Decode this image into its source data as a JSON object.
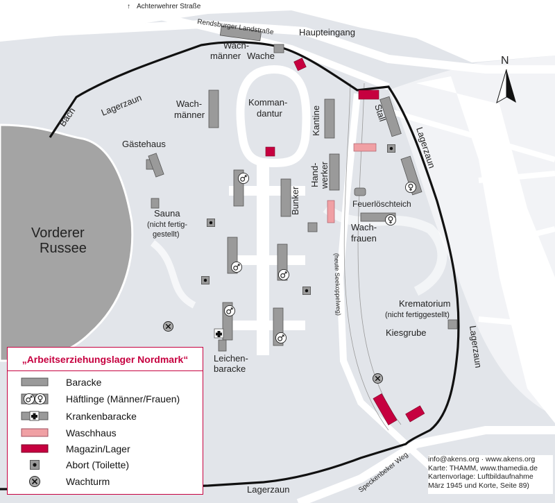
{
  "map": {
    "labels": {
      "achterwehrer_strasse": "Achterwehrer Straße",
      "rendsburger_landstrasse": "Rendsburger Landstraße",
      "haupteingang": "Haupteingang",
      "wachmaenner_top_1": "Wach-",
      "wachmaenner_top_2": "männer",
      "wache": "Wache",
      "bach": "Bach",
      "lagerzaun_nw": "Lagerzaun",
      "kommandantur_1": "Komman-",
      "kommandantur_2": "dantur",
      "wachmaenner_left_1": "Wach-",
      "wachmaenner_left_2": "männer",
      "kantine": "Kantine",
      "stall": "Stall",
      "lagerzaun_ne": "Lagerzaun",
      "gaestehaus": "Gästehaus",
      "handwerker_1": "Hand-",
      "handwerker_2": "werker",
      "bunker": "Bunker",
      "feuerloeschteich": "Feuerlöschteich",
      "sauna_1": "Sauna",
      "sauna_2": "(nicht fertig-",
      "sauna_3": "gestellt)",
      "vorderer_1": "Vorderer",
      "russee": "Russee",
      "wachfrauen_1": "Wach-",
      "wachfrauen_2": "frauen",
      "seekoppelweg": "(heute Seekoppelweg)",
      "krematorium_1": "Krematorium",
      "krematorium_2": "(nicht fertiggestellt)",
      "kiesgrube": "Kiesgrube",
      "lagerzaun_e": "Lagerzaun",
      "leichenbaracke_1": "Leichen-",
      "leichenbaracke_2": "baracke",
      "speckenbeker_weg": "Speckenbeker Weg",
      "lagerzaun_s": "Lagerzaun",
      "north": "N"
    },
    "colors": {
      "barrack": "#9a9a9a",
      "washhouse": "#f0a0a4",
      "magazine": "#c6003f",
      "terrain": "#e2e5ea",
      "lake": "#a4a4a4",
      "fence": "#111111"
    }
  },
  "legend": {
    "title": "„Arbeitserziehungslager Nordmark“",
    "items": [
      {
        "icon": "barrack-icon",
        "label": "Baracke"
      },
      {
        "icon": "prisoner-icon",
        "label": "Häftlinge (Männer/Frauen)"
      },
      {
        "icon": "hospital-barrack-icon",
        "label": "Krankenbaracke"
      },
      {
        "icon": "washhouse-icon",
        "label": "Waschhaus"
      },
      {
        "icon": "magazine-icon",
        "label": "Magazin/Lager"
      },
      {
        "icon": "toilet-icon",
        "label": "Abort (Toilette)"
      },
      {
        "icon": "watchtower-icon",
        "label": "Wachturm"
      }
    ]
  },
  "credits": {
    "line1": "info@akens.org · www.akens.org",
    "line2": "Karte: THAMM, www.thamedia.de",
    "line3": "Kartenvorlage: Luftbildaufnahme",
    "line4": "März 1945 und Korte, Seite 89)"
  }
}
